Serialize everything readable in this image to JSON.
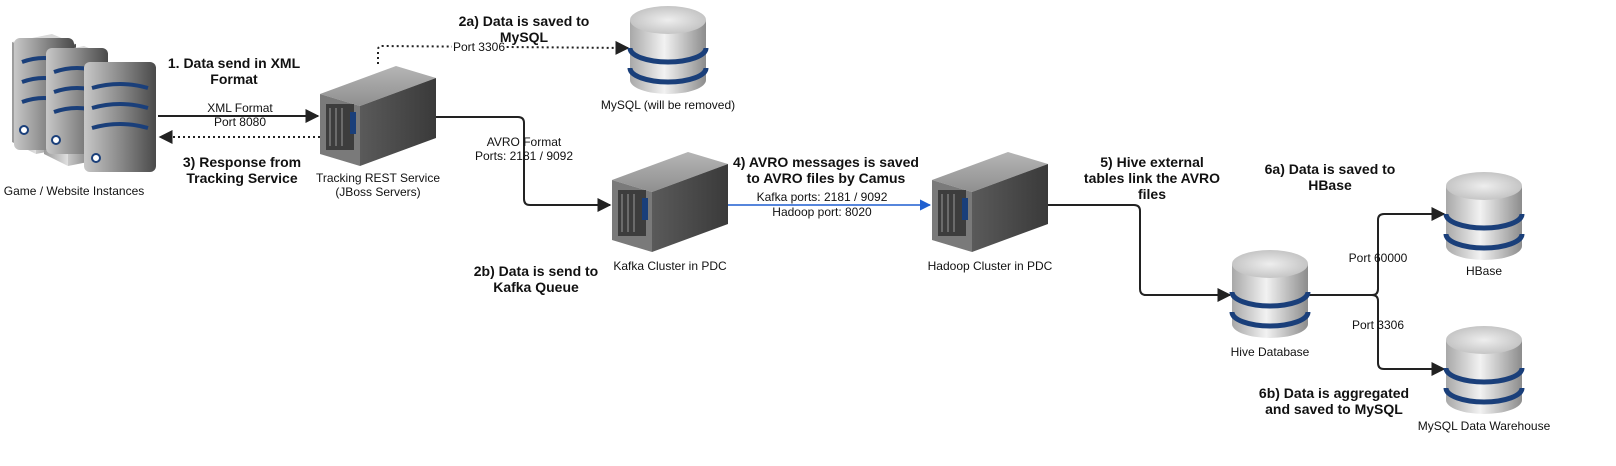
{
  "nodes": {
    "game": "Game / Website Instances",
    "tracking_line1": "Tracking REST Service",
    "tracking_line2": "(JBoss Servers)",
    "mysql": "MySQL (will be removed)",
    "kafka": "Kafka Cluster in PDC",
    "hadoop": "Hadoop Cluster in PDC",
    "hive": "Hive Database",
    "hbase": "HBase",
    "warehouse": "MySQL Data Warehouse"
  },
  "edges": {
    "xml_line1": "XML Format",
    "xml_line2": "Port 8080",
    "mysql_port": "Port 3306",
    "avro_line1": "AVRO Format",
    "avro_line2": "Ports: 2181 / 9092",
    "kafka_line1": "Kafka ports: 2181 / 9092",
    "kafka_line2": "Hadoop port: 8020",
    "hbase_port": "Port 60000",
    "warehouse_port": "Port 3306"
  },
  "steps": {
    "s1_line1": "1. Data send in XML",
    "s1_line2": "Format",
    "s3_line1": "3) Response from",
    "s3_line2": "Tracking Service",
    "s2a_line1": "2a) Data is saved to",
    "s2a_line2": "MySQL",
    "s2b_line1": "2b) Data is send to",
    "s2b_line2": "Kafka Queue",
    "s4_line1": "4) AVRO messages is saved",
    "s4_line2": "to AVRO files by Camus",
    "s5_line1": "5) Hive external",
    "s5_line2": "tables link the AVRO",
    "s5_line3": "files",
    "s6a_line1": "6a) Data is saved to",
    "s6a_line2": "HBase",
    "s6b_line1": "6b) Data is aggregated",
    "s6b_line2": "and saved to MySQL"
  },
  "colors": {
    "line": "#222222",
    "kafka_hadoop_line": "#1f5fd0",
    "db_band": "#1a3f7a",
    "server_body": "#6a6a6a"
  }
}
